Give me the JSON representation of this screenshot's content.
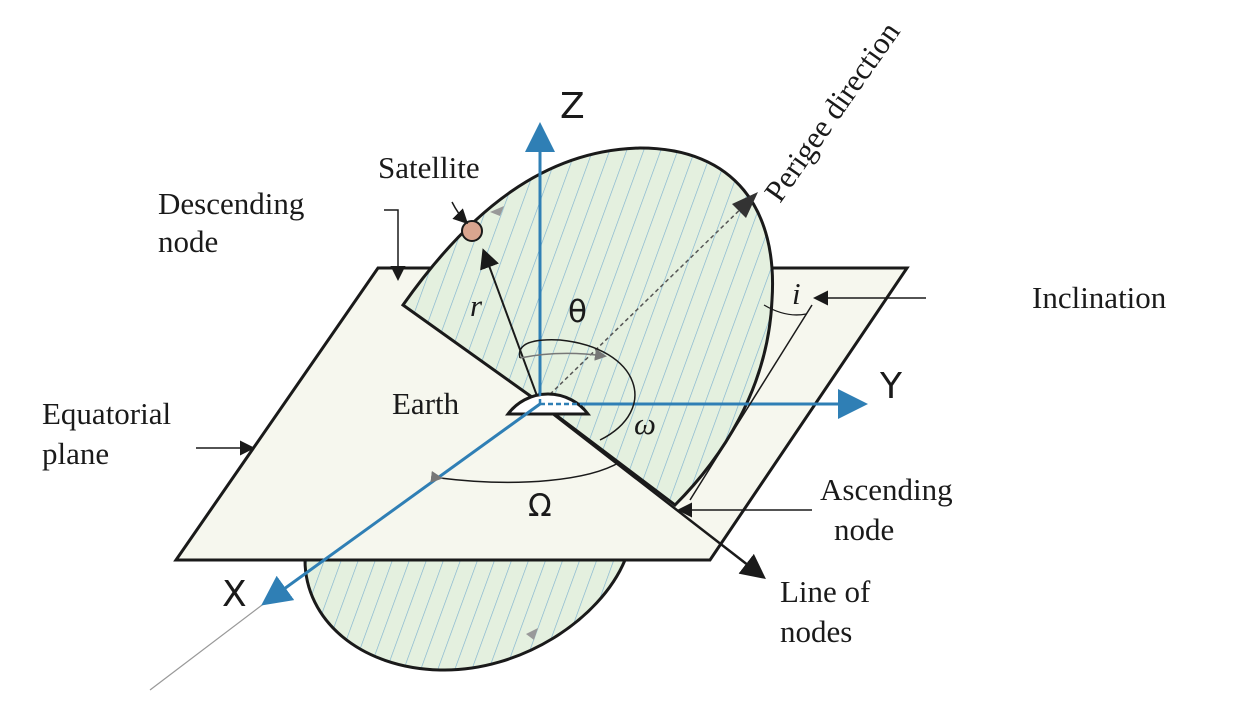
{
  "labels": {
    "satellite": "Satellite",
    "descending_line1": "Descending",
    "descending_line2": "node",
    "perigee": "Perigee direction",
    "inclination": "Inclination",
    "equatorial_line1": "Equatorial",
    "equatorial_line2": "plane",
    "earth": "Earth",
    "ascending_line1": "Ascending",
    "ascending_line2": "node",
    "line_of_nodes_line1": "Line of",
    "line_of_nodes_line2": "nodes"
  },
  "axes": {
    "x": "X",
    "y": "Y",
    "z": "Z"
  },
  "symbols": {
    "r": "r",
    "theta": "θ",
    "omega": "ω",
    "big_omega": "Ω",
    "i": "i"
  },
  "colors": {
    "axis": "#2f7fb5",
    "plane_fill": "#f6f7ee",
    "orbit_fill": "#e4f0df",
    "hatch": "#7fb3cf",
    "outline": "#1a1a1a",
    "satellite": "#d9a58f"
  }
}
